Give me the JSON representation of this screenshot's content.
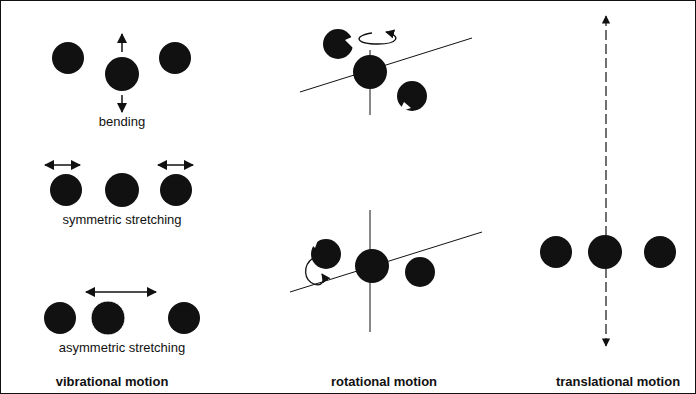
{
  "diagram": {
    "labels": [
      "bending",
      "symmetric stretching",
      "asymmetric stretching",
      "vibrational motion",
      "rotational motion",
      "translational motion"
    ]
  }
}
